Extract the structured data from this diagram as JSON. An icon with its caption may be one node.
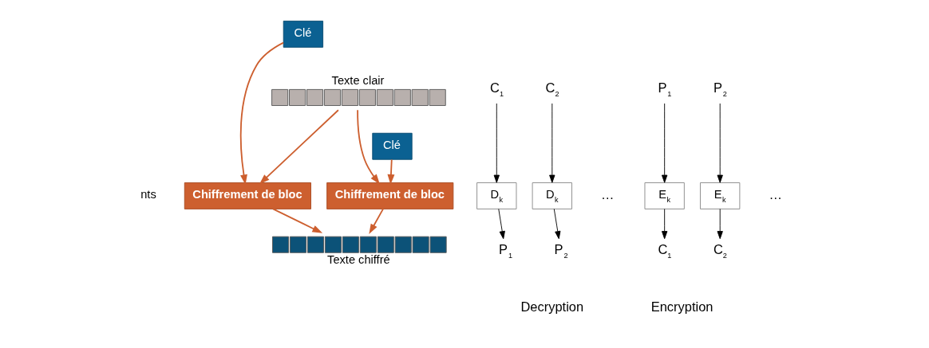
{
  "diagram": {
    "nodes": [
      {
        "text": [
          "Texte clair"
        ]
      },
      {
        "text": [
          "Chiffrement de bloc"
        ]
      },
      {
        "text": [
          "Chiffrement de bloc"
        ]
      },
      {
        "text": [
          "Clé"
        ]
      },
      {
        "text": [
          "Clé"
        ]
      },
      {
        "text": [
          "Texte chiffré"
        ]
      },
      {
        "text": [
          "P$_{1}$"
        ]
      },
      {
        "text": [
          "P$_{2}$"
        ]
      },
      {
        "text": [
          "E$_{k}$"
        ]
      },
      {
        "text": [
          "E$_{k}$"
        ]
      },
      {
        "text": [
          "C$_{1}$"
        ]
      },
      {
        "text": [
          "C$_{2}$"
        ]
      },
      {
        "text": [
          "C$_{1}$"
        ]
      },
      {
        "text": [
          "C$_{2}$"
        ]
      },
      {
        "text": [
          "D$_{k}$"
        ]
      },
      {
        "text": [
          "D$_{k}$"
        ]
      },
      {
        "text": [
          "P$_{1}$"
        ]
      },
      {
        "text": [
          "P$_{2}$"
        ]
      }
    ],
    "edges": [
      {
        "from": 0,
        "to": 1,
        "arrow": "to",
        "color": "#cd5f2f"
      },
      {
        "from": 0,
        "to": 2,
        "arrow": "to",
        "color": "#cd5f2f"
      },
      {
        "from": 3,
        "to": 1,
        "arrow": "to",
        "color": "#cd5f2f"
      },
      {
        "from": 4,
        "to": 2,
        "arrow": "to",
        "color": "#cd5f2f"
      },
      {
        "from": 1,
        "to": 5,
        "arrow": "to",
        "color": "#cd5f2f"
      },
      {
        "from": 2,
        "to": 5,
        "arrow": "to",
        "color": "#cd5f2f"
      },
      {
        "from": 6,
        "to": 8,
        "arrow": "to"
      },
      {
        "from": 7,
        "to": 9,
        "arrow": "to"
      },
      {
        "from": 8,
        "to": 10,
        "arrow": "to"
      },
      {
        "from": 9,
        "to": 11,
        "arrow": "to"
      },
      {
        "from": 12,
        "to": 14,
        "arrow": "to"
      },
      {
        "from": 13,
        "to": 15,
        "arrow": "to"
      },
      {
        "from": 14,
        "to": 16,
        "arrow": "to"
      },
      {
        "from": 15,
        "to": 17,
        "arrow": "to"
      }
    ],
    "labels": [
      "nts",
      "…",
      "…",
      "Encryption",
      "Decryption"
    ]
  }
}
